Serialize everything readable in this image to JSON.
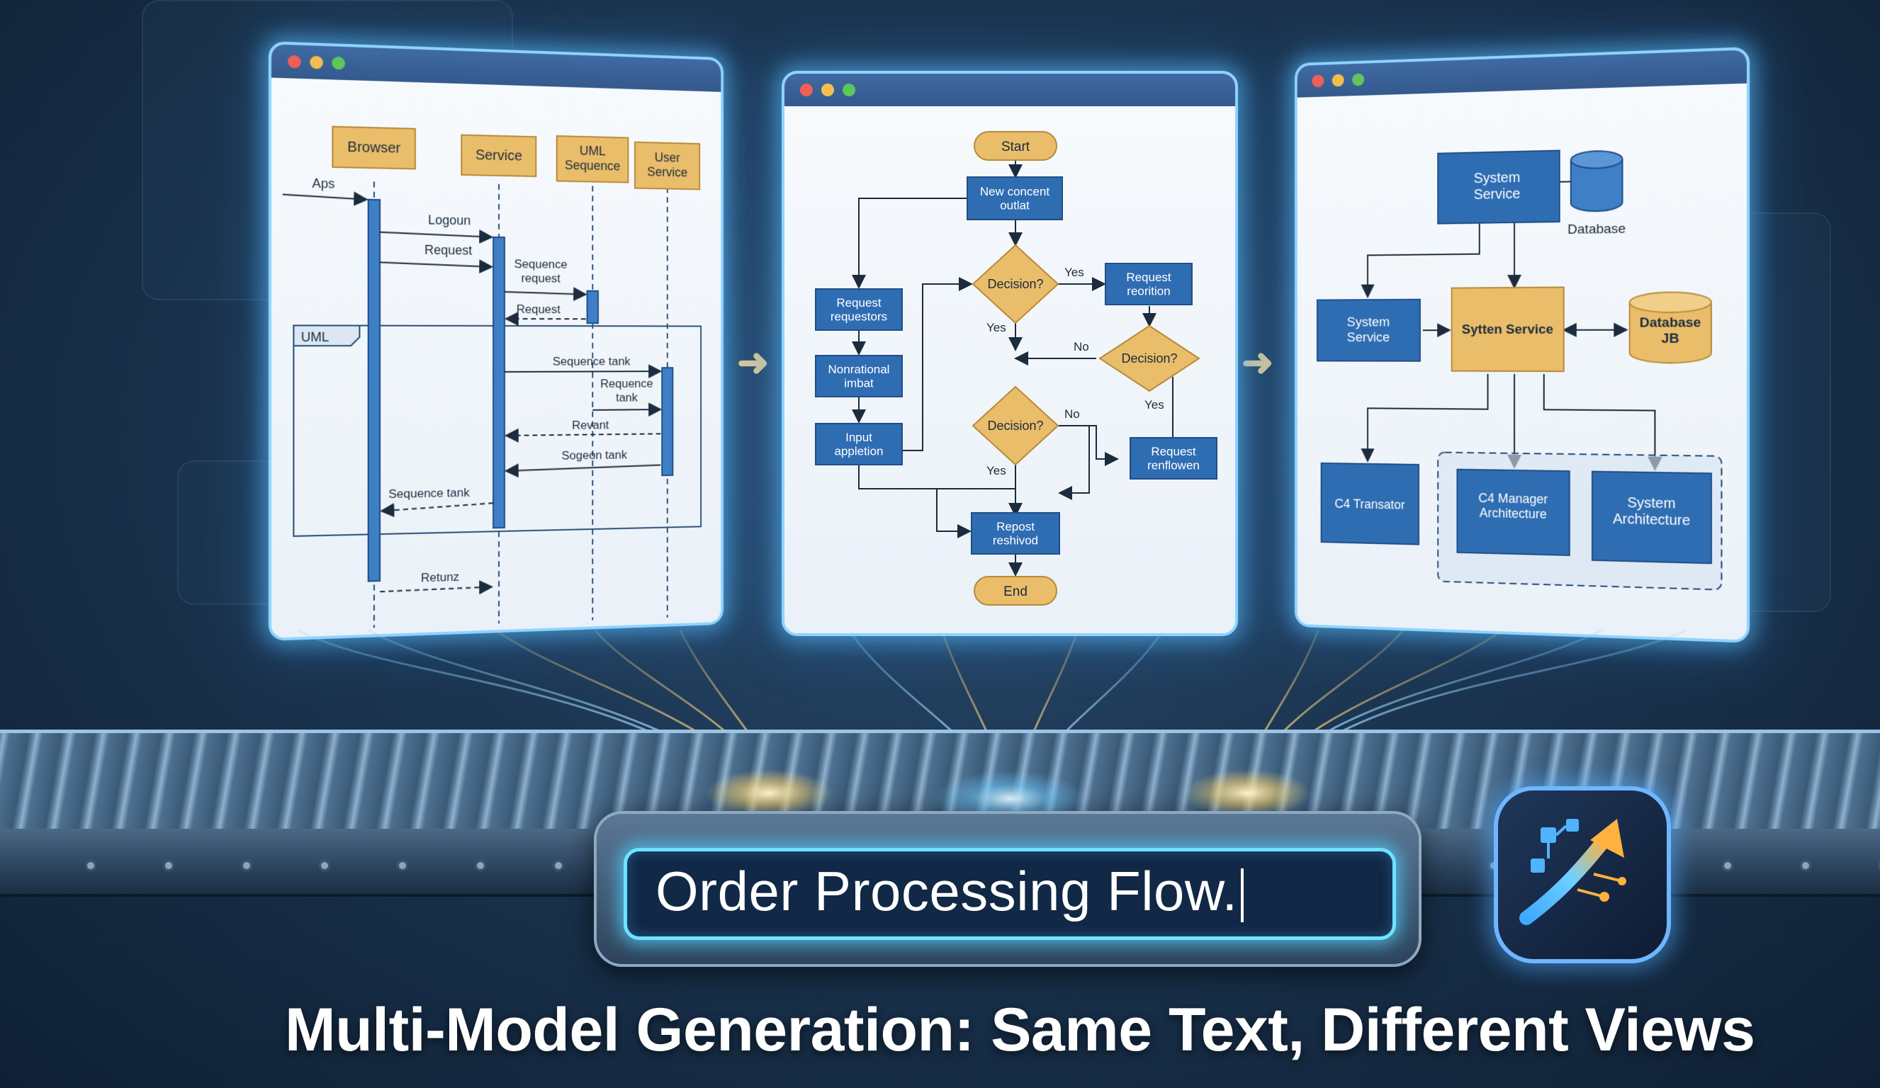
{
  "colors": {
    "node_fill": "#2f6db3",
    "node_stroke": "#1f4e86",
    "actor_fill": "#e9bd6a",
    "actor_stroke": "#b88a3a",
    "window_glow": "#8fd3ff",
    "highlight": "#6fe2ff"
  },
  "sequence": {
    "actors": [
      "Browser",
      "Service",
      "UML\nSequence",
      "User\nService"
    ],
    "frame_label": "UML",
    "messages": [
      {
        "label": "Aps"
      },
      {
        "label": "Logoun"
      },
      {
        "label": "Request"
      },
      {
        "label": "Sequence\nrequest"
      },
      {
        "label": "Request"
      },
      {
        "label": "Sequence tank"
      },
      {
        "label": "Requence\ntank"
      },
      {
        "label": "Revant"
      },
      {
        "label": "Sogeon tank"
      },
      {
        "label": "Sequence tank"
      },
      {
        "label": "Retunz"
      }
    ]
  },
  "flowchart": {
    "start": "Start",
    "end": "End",
    "nodes": {
      "new_concent": "New concent\noutlat",
      "request_requestors": "Request\nrequestors",
      "nonrational": "Nonrational\nimbat",
      "input": "Input\nappletion",
      "request_reorition": "Request\nreorition",
      "request_renflowen": "Request\nrenflowen",
      "repost": "Repost\nreshivod"
    },
    "decisions": [
      "Decision?",
      "Decision?",
      "Decision?"
    ],
    "edge_labels": {
      "yes1": "Yes",
      "yes2": "Yes",
      "no1": "No",
      "yes3": "Yes",
      "no2": "No",
      "yes4": "Yes"
    }
  },
  "architecture": {
    "system_service_top": "System\nService",
    "database": "Database",
    "system_service_left": "System\nService",
    "sytten_service": "Sytten Service",
    "database_jb": "Database\nJB",
    "c4_transator": "C4 Transator",
    "c4_manager": "C4 Manager\nArchitecture",
    "system_architecture": "System\nArchitecture"
  },
  "input_box": {
    "text": "Order Processing Flow."
  },
  "headline": "Multi-Model Generation: Same Text, Different Views",
  "icons": {
    "arrow_left": "arrow-right-icon",
    "arrow_right": "arrow-right-icon",
    "logo": "diagram-arrow-logo-icon"
  }
}
